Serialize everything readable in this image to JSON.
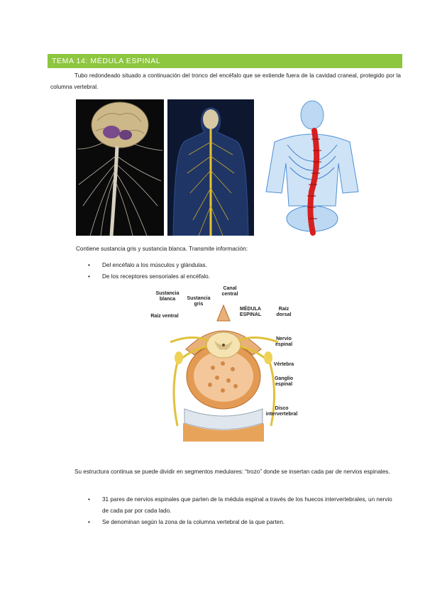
{
  "section_title": "TEMA 14: MÉDULA ESPINAL",
  "intro": "Tubo redondeado situado a continuación del tronco del encéfalo que se extiende fuera de la cavidad craneal, protegido por la columna vertebral.",
  "composition": "Contiene sustancia gris y sustancia blanca. Transmite información:",
  "transmits": [
    "Del encéfalo a los músculos y glándulas.",
    "De los receptores sensoriales al encéfalo."
  ],
  "diagram_labels": {
    "sustancia_blanca": "Sustancia blanca",
    "sustancia_gris": "Sustancia gris",
    "canal_central": "Canal central",
    "raiz_ventral": "Raíz ventral",
    "medula_espinal": "MÉDULA ESPINAL",
    "raiz_dorsal": "Raíz dorsal",
    "nervio_espinal": "Nervio espinal",
    "vertebra": "Vértebra",
    "ganglio_espinal": "Ganglio espinal",
    "disco_intervertebral": "Disco intervertebral"
  },
  "structure": "Su estructura continua se puede dividir en segmentos medulares: “trozo” donde se insertan cada par de nervios espinales.",
  "nerves": [
    "31 pares de nervios espinales que parten de la médula espinal a través de los huecos intervertebrales, un nervio de cada par por cada lado.",
    "Se denominan según la zona de la columna vertebral de la que parten."
  ],
  "bullet_glyph": "•",
  "colors": {
    "banner": "#8dc63f",
    "banner_text": "#ffffff"
  }
}
